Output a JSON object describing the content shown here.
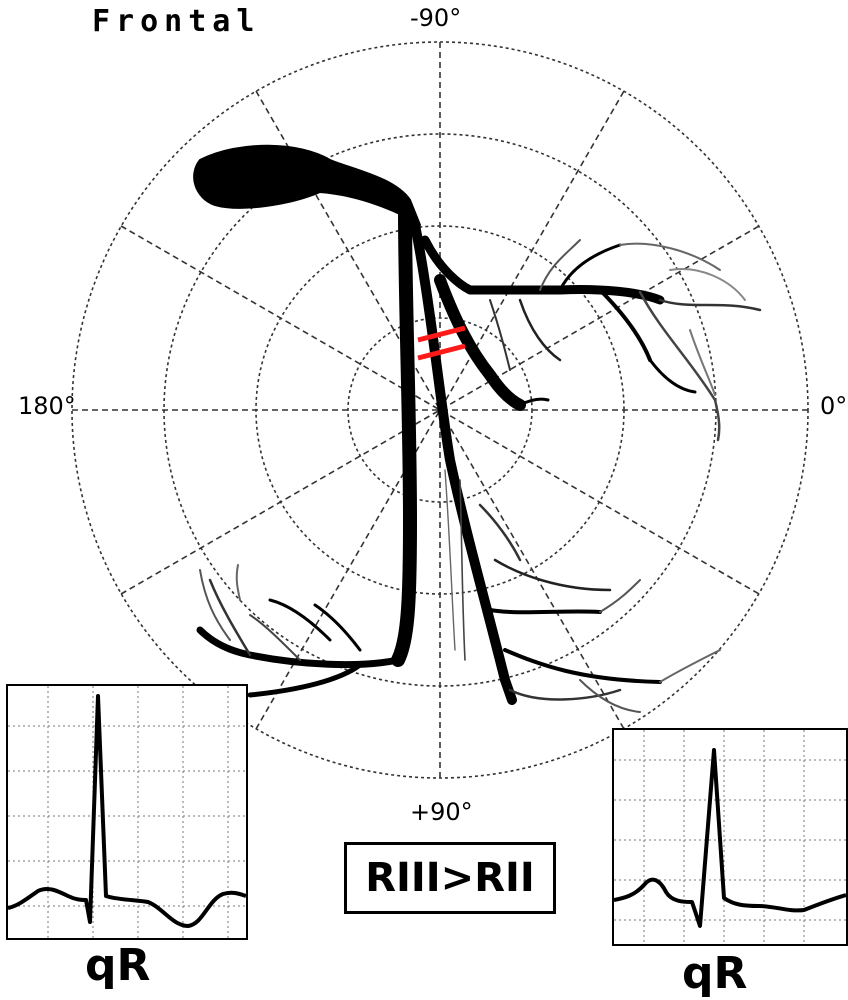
{
  "title": "Frontal",
  "axes": {
    "top": "-90°",
    "left": "180°",
    "right": "0°",
    "bottom": "+90°"
  },
  "box_label": "RIII>RII",
  "ecg_left": {
    "caption": "qR"
  },
  "ecg_right": {
    "caption": "qR"
  },
  "colors": {
    "vessel": "#000000",
    "marker": "#ff1a1a",
    "grid": "#555555"
  }
}
